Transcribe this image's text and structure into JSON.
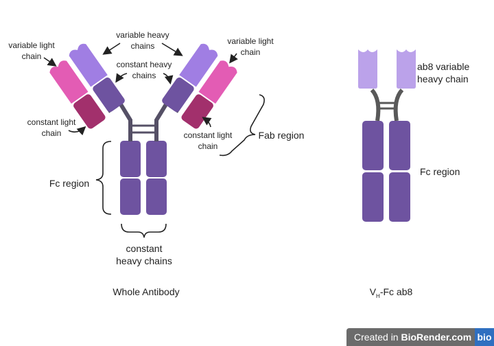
{
  "colors": {
    "variable_heavy": "#a07ee3",
    "constant_heavy": "#6e53a0",
    "variable_light": "#e35cb4",
    "constant_light": "#a2306c",
    "hinge": "#555066",
    "vh_fc_variable": "#bba2ea",
    "vh_fc_hinge": "#595959",
    "credit_bg": "#6b6b6b",
    "credit_logo": "#2f6fc0"
  },
  "whole_antibody": {
    "title": "Whole Antibody",
    "labels": {
      "variable_light_left": [
        "variable light",
        "chain"
      ],
      "variable_heavy": [
        "variable heavy",
        "chains"
      ],
      "variable_light_right": [
        "variable light",
        "chain"
      ],
      "constant_heavy": [
        "constant heavy",
        "chains"
      ],
      "constant_light_left": [
        "constant light",
        "chain"
      ],
      "constant_light_right": [
        "constant light",
        "chain"
      ],
      "fab_region": "Fab region",
      "fc_region": "Fc region",
      "constant_heavy_bottom": [
        "constant",
        "heavy chains"
      ]
    }
  },
  "vh_fc": {
    "title_main": "V",
    "title_sub": "H",
    "title_rest": "-Fc ab8",
    "labels": {
      "variable": [
        "ab8 variable",
        "heavy chain"
      ],
      "fc_region": "Fc region"
    }
  },
  "credit": {
    "prefix": "Created in ",
    "brand": "BioRender.com",
    "logo": "bio"
  }
}
